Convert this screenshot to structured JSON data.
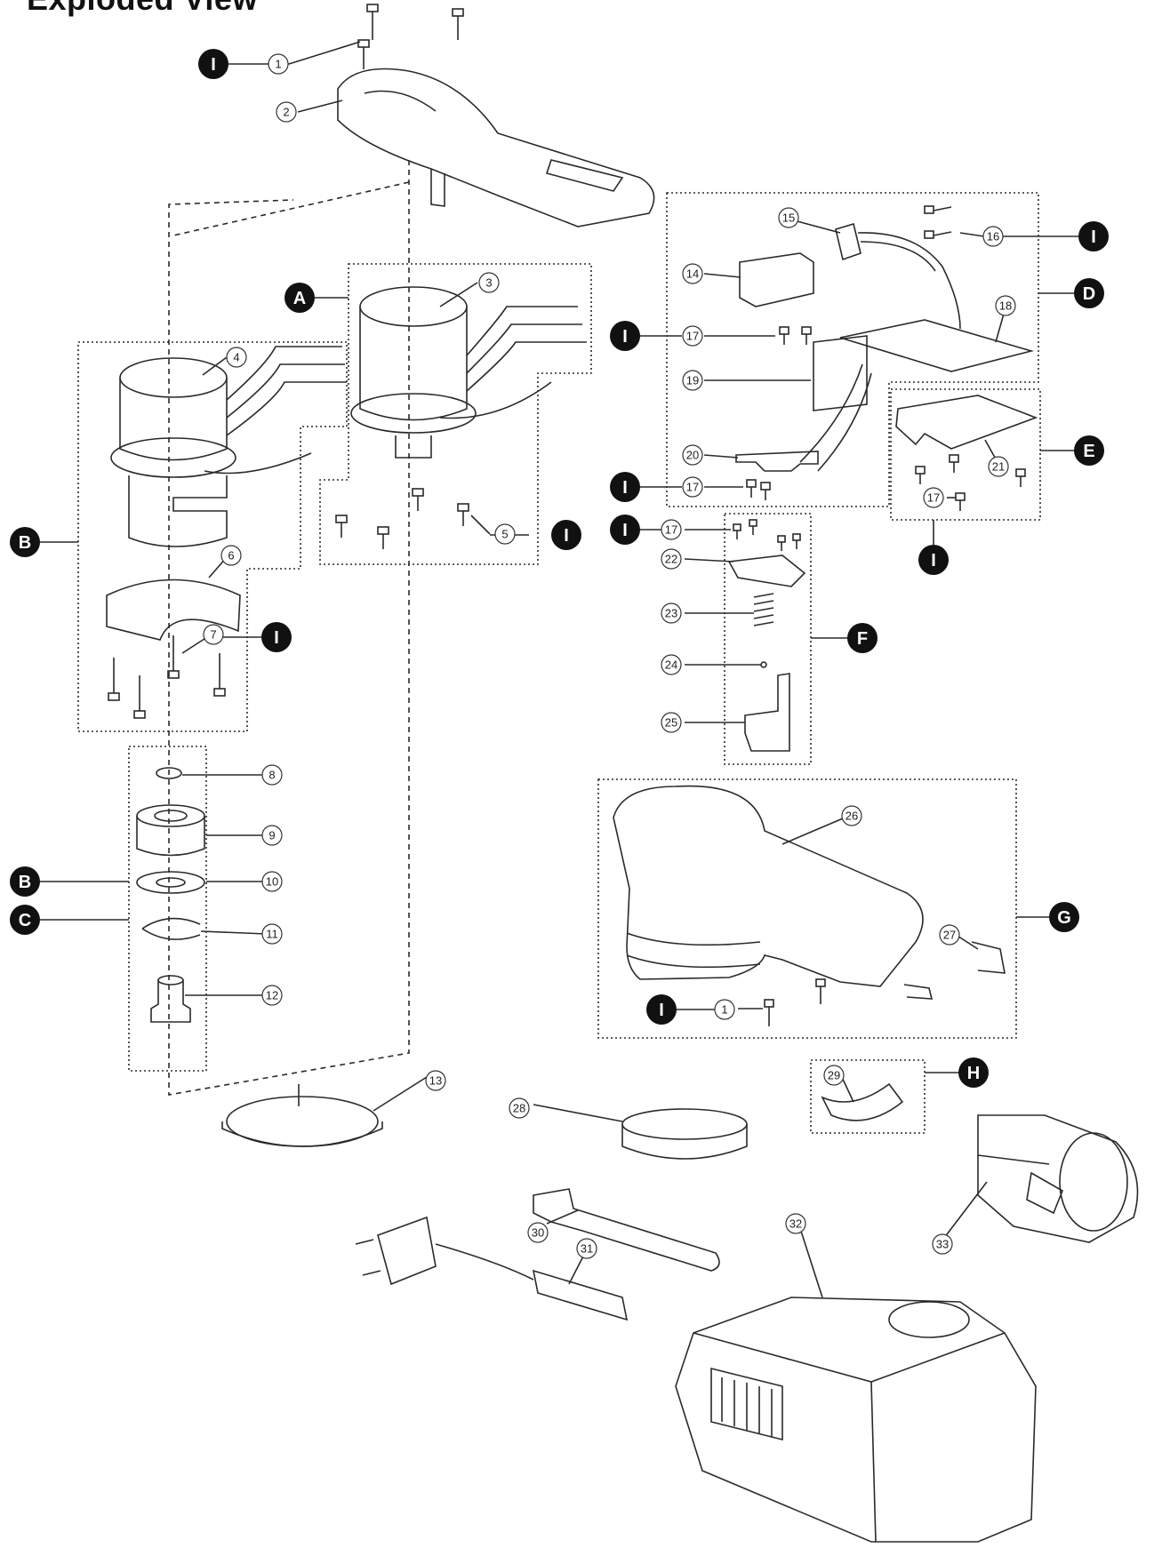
{
  "title": "Exploded View",
  "parts": [
    {
      "n": "1"
    },
    {
      "n": "2"
    },
    {
      "n": "3"
    },
    {
      "n": "4"
    },
    {
      "n": "5"
    },
    {
      "n": "6"
    },
    {
      "n": "7"
    },
    {
      "n": "8"
    },
    {
      "n": "9"
    },
    {
      "n": "10"
    },
    {
      "n": "11"
    },
    {
      "n": "12"
    },
    {
      "n": "13"
    },
    {
      "n": "14"
    },
    {
      "n": "15"
    },
    {
      "n": "16"
    },
    {
      "n": "17"
    },
    {
      "n": "18"
    },
    {
      "n": "19"
    },
    {
      "n": "20"
    },
    {
      "n": "21"
    },
    {
      "n": "22"
    },
    {
      "n": "23"
    },
    {
      "n": "24"
    },
    {
      "n": "25"
    },
    {
      "n": "26"
    },
    {
      "n": "27"
    },
    {
      "n": "28"
    },
    {
      "n": "29"
    },
    {
      "n": "30"
    },
    {
      "n": "31"
    },
    {
      "n": "32"
    },
    {
      "n": "33"
    }
  ],
  "group_labels": [
    "A",
    "B",
    "C",
    "D",
    "E",
    "F",
    "G",
    "H",
    "I"
  ],
  "colors": {
    "line": "#2a2a2a",
    "marker": "#111111",
    "background": "#ffffff"
  }
}
